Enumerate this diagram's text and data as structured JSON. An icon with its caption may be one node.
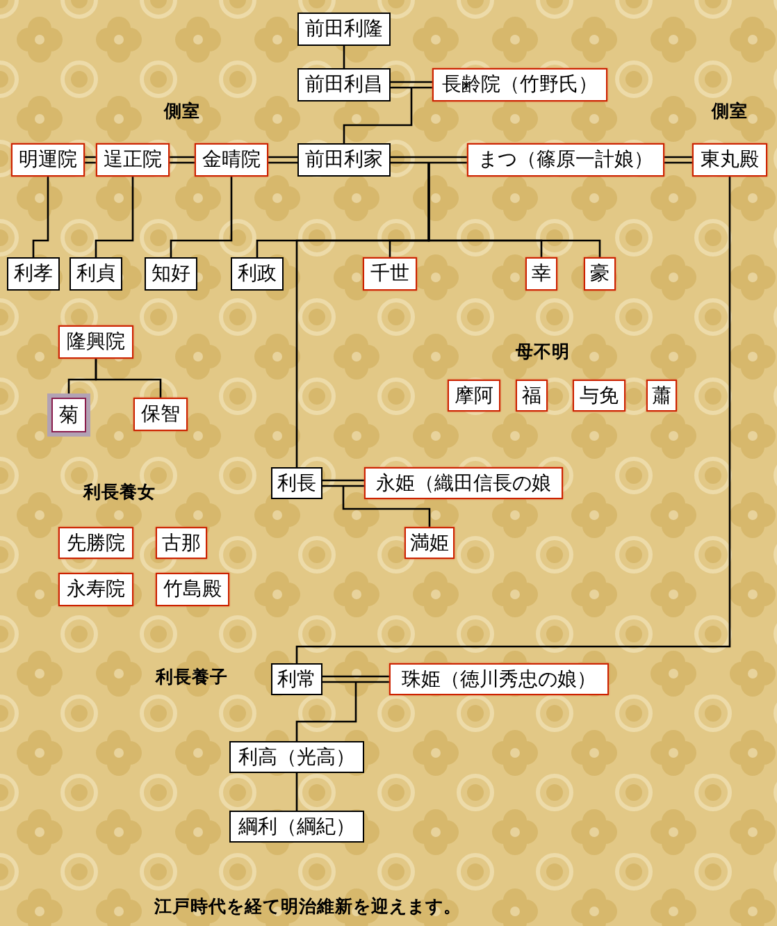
{
  "diagram": {
    "nodes": [
      {
        "text": [
          "前田利隆"
        ]
      },
      {
        "text": [
          "前田利昌"
        ]
      },
      {
        "text": [
          "長齢院（竹野氏）"
        ]
      },
      {
        "text": [
          "明運院"
        ]
      },
      {
        "text": [
          "逞正院"
        ]
      },
      {
        "text": [
          "金晴院"
        ]
      },
      {
        "text": [
          "前田利家"
        ]
      },
      {
        "text": [
          "まつ（篠原一計娘）"
        ]
      },
      {
        "text": [
          "東丸殿"
        ]
      },
      {
        "text": [
          "利孝"
        ]
      },
      {
        "text": [
          "利貞"
        ]
      },
      {
        "text": [
          "知好"
        ]
      },
      {
        "text": [
          "利政"
        ]
      },
      {
        "text": [
          "千世"
        ]
      },
      {
        "text": [
          "幸"
        ]
      },
      {
        "text": [
          "豪"
        ]
      },
      {
        "text": [
          "隆興院"
        ]
      },
      {
        "text": [
          "菊"
        ]
      },
      {
        "text": [
          "保智"
        ]
      },
      {
        "text": [
          "摩阿"
        ]
      },
      {
        "text": [
          "福"
        ]
      },
      {
        "text": [
          "与免"
        ]
      },
      {
        "text": [
          "蕭"
        ]
      },
      {
        "text": [
          "利長"
        ]
      },
      {
        "text": [
          "永姫（織田信長の娘"
        ]
      },
      {
        "text": [
          "満姫"
        ]
      },
      {
        "text": [
          "先勝院"
        ]
      },
      {
        "text": [
          "古那"
        ]
      },
      {
        "text": [
          "永寿院"
        ]
      },
      {
        "text": [
          "竹島殿"
        ]
      },
      {
        "text": [
          "利常"
        ]
      },
      {
        "text": [
          "珠姫（徳川秀忠の娘）"
        ]
      },
      {
        "text": [
          "利高（光高）"
        ]
      },
      {
        "text": [
          "綱利（綱紀）"
        ]
      }
    ],
    "edges": [
      {
        "from": 0,
        "to": 1,
        "arrow": "none"
      },
      {
        "from": 1,
        "to": 2,
        "arrow": "none"
      },
      {
        "from": 1,
        "to": 6,
        "arrow": "none"
      },
      {
        "from": 2,
        "to": 6,
        "arrow": "none"
      },
      {
        "from": 3,
        "to": 4,
        "arrow": "none"
      },
      {
        "from": 4,
        "to": 5,
        "arrow": "none"
      },
      {
        "from": 5,
        "to": 6,
        "arrow": "none"
      },
      {
        "from": 6,
        "to": 7,
        "arrow": "none"
      },
      {
        "from": 7,
        "to": 8,
        "arrow": "none"
      },
      {
        "from": 3,
        "to": 9,
        "arrow": "none"
      },
      {
        "from": 4,
        "to": 10,
        "arrow": "none"
      },
      {
        "from": 5,
        "to": 11,
        "arrow": "none"
      },
      {
        "from": 6,
        "to": 12,
        "arrow": "none"
      },
      {
        "from": 7,
        "to": 12,
        "arrow": "none"
      },
      {
        "from": 6,
        "to": 13,
        "arrow": "none"
      },
      {
        "from": 7,
        "to": 13,
        "arrow": "none"
      },
      {
        "from": 6,
        "to": 14,
        "arrow": "none"
      },
      {
        "from": 7,
        "to": 14,
        "arrow": "none"
      },
      {
        "from": 6,
        "to": 15,
        "arrow": "none"
      },
      {
        "from": 7,
        "to": 15,
        "arrow": "none"
      },
      {
        "from": 6,
        "to": 23,
        "arrow": "none"
      },
      {
        "from": 7,
        "to": 23,
        "arrow": "none"
      },
      {
        "from": 8,
        "to": 30,
        "arrow": "none"
      },
      {
        "from": 16,
        "to": 17,
        "arrow": "none"
      },
      {
        "from": 16,
        "to": 18,
        "arrow": "none"
      },
      {
        "from": 23,
        "to": 24,
        "arrow": "none"
      },
      {
        "from": 23,
        "to": 25,
        "arrow": "none"
      },
      {
        "from": 24,
        "to": 25,
        "arrow": "none"
      },
      {
        "from": 30,
        "to": 31,
        "arrow": "none"
      },
      {
        "from": 30,
        "to": 32,
        "arrow": "none"
      },
      {
        "from": 31,
        "to": 32,
        "arrow": "none"
      },
      {
        "from": 32,
        "to": 33,
        "arrow": "none"
      }
    ],
    "labels": [
      "側室",
      "側室",
      "母不明",
      "利長養女",
      "利長養子"
    ],
    "caption": "江戸時代を経て明治維新を迎えます。"
  }
}
